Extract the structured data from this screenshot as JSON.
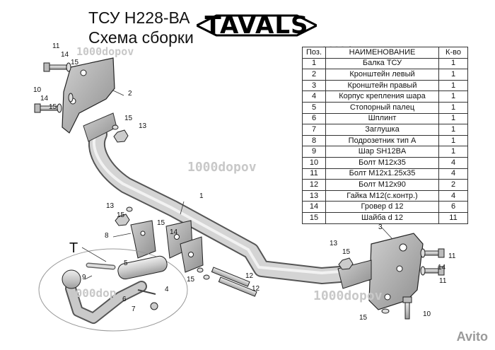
{
  "header": {
    "title_line1": "ТСУ  Н228-ВА",
    "title_line2": "Схема сборки"
  },
  "logo": {
    "text": "TAVALS"
  },
  "table": {
    "headers": [
      "Поз.",
      "НАИМЕНОВАНИЕ",
      "К-во"
    ],
    "rows": [
      [
        "1",
        "Балка ТСУ",
        "1"
      ],
      [
        "2",
        "Кронштейн левый",
        "1"
      ],
      [
        "3",
        "Кронштейн правый",
        "1"
      ],
      [
        "4",
        "Корпус крепления шара",
        "1"
      ],
      [
        "5",
        "Стопорный палец",
        "1"
      ],
      [
        "6",
        "Шплинт",
        "1"
      ],
      [
        "7",
        "Заглушка",
        "1"
      ],
      [
        "8",
        "Подрозетник тип А",
        "1"
      ],
      [
        "9",
        "Шар SH12BA",
        "1"
      ],
      [
        "10",
        "Болт М12х35",
        "4"
      ],
      [
        "11",
        "Болт М12х1.25х35",
        "4"
      ],
      [
        "12",
        "Болт М12х90",
        "2"
      ],
      [
        "13",
        "Гайка М12(с.контр.)",
        "4"
      ],
      [
        "14",
        "Гровер d 12",
        "6"
      ],
      [
        "15",
        "Шайба d 12",
        "11"
      ]
    ]
  },
  "callouts": {
    "c1": "1",
    "c2": "2",
    "c3": "3",
    "c4": "4",
    "c5": "5",
    "c6": "6",
    "c7": "7",
    "c8": "8",
    "c9": "9",
    "c10a": "10",
    "c10b": "10",
    "c11a": "11",
    "c11b": "11",
    "c11c": "11",
    "c12a": "12",
    "c12b": "12",
    "c13a": "13",
    "c13b": "13",
    "c13c": "13",
    "c14a": "14",
    "c14b": "14",
    "c14c": "14",
    "c14d": "14",
    "c15a": "15",
    "c15b": "15",
    "c15c": "15",
    "c15d": "15",
    "c15e": "15",
    "c15f": "15",
    "c15g": "15",
    "c15h": "15",
    "T": "T"
  },
  "watermarks": {
    "w1": "1000dopov",
    "w2": "1000dopov",
    "w3": "1000dopov",
    "w4": "1000dopov",
    "w5": "1000dop"
  },
  "badge": {
    "text": "Avito"
  }
}
